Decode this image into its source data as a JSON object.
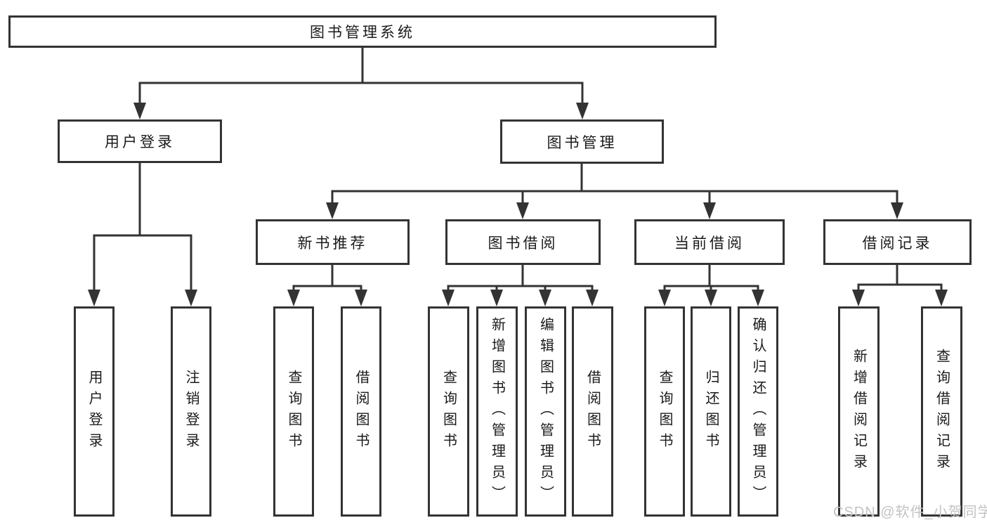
{
  "diagram": {
    "root": "图书管理系统",
    "branches": [
      {
        "label": "用户登录",
        "children": [
          "用户登录",
          "注销登录"
        ]
      },
      {
        "label": "图书管理",
        "groups": [
          {
            "label": "新书推荐",
            "children": [
              "查询图书",
              "借阅图书"
            ]
          },
          {
            "label": "图书借阅",
            "children": [
              "查询图书",
              "新增图书（管理员）",
              "编辑图书（管理员）",
              "借阅图书"
            ]
          },
          {
            "label": "当前借阅",
            "children": [
              "查询图书",
              "归还图书",
              "确认归还（管理员）"
            ]
          },
          {
            "label": "借阅记录",
            "children": [
              "新增借阅记录",
              "查询借阅记录"
            ]
          }
        ]
      }
    ]
  },
  "watermark": "CSDN @软件_小贺同学",
  "colors": {
    "line": "#333333",
    "text": "#1a1a1a",
    "watermark": "#c3c3c3",
    "background": "#ffffff"
  }
}
